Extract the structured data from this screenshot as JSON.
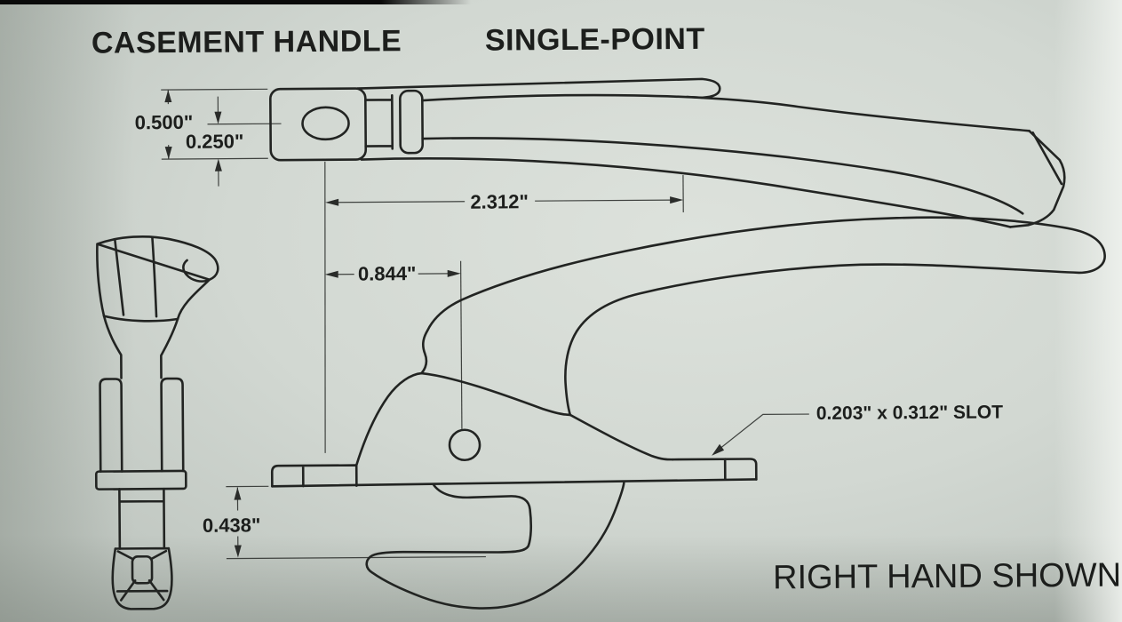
{
  "titles": {
    "product": "CASEMENT HANDLE",
    "variant": "SINGLE-POINT"
  },
  "annotations": {
    "dim_plate_width": "0.500\"",
    "dim_hole_offset": "0.250\"",
    "dim_length": "2.312\"",
    "dim_pivot_offset": "0.844\"",
    "dim_hook_depth": "0.438\"",
    "slot_note": "0.203\" x 0.312\" SLOT",
    "hand_note": "RIGHT HAND SHOWN"
  },
  "colors": {
    "paper": "#ccd3cd",
    "paper_light": "#dde2dc",
    "ink": "#222422",
    "dimension_line": "#3f423f"
  },
  "views": {
    "top_view": "handle top view",
    "side_view": "handle side view with cam hook",
    "end_view": "handle end view"
  }
}
